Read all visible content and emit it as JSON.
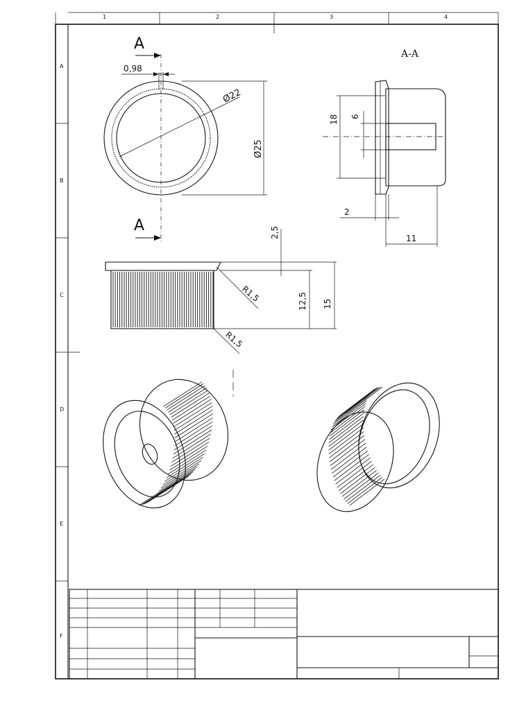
{
  "zones": {
    "columns": [
      "1",
      "2",
      "3",
      "4"
    ],
    "rows": [
      "A",
      "B",
      "C",
      "D",
      "E",
      "F"
    ]
  },
  "section": {
    "mark": "A",
    "title": "A-A"
  },
  "dimensions": {
    "front_view": {
      "slot_width": "0,98",
      "inner_dia": "Ø22",
      "outer_dia": "Ø25"
    },
    "section_view": {
      "height": "18",
      "hole": "6",
      "flange": "2",
      "length": "11"
    },
    "side_view": {
      "flange": "2,5",
      "radius_top": "R1,5",
      "knurl_len": "12,5",
      "total": "15",
      "radius_bottom": "R1,5"
    }
  }
}
